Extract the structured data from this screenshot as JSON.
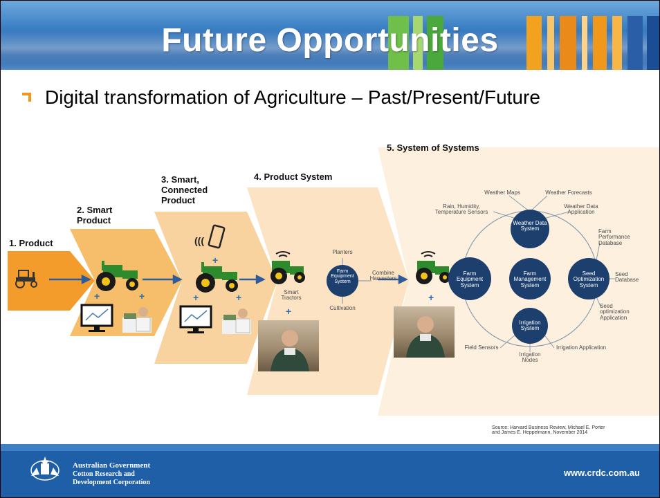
{
  "slide": {
    "title": "Future Opportunities",
    "subtitle": "Digital transformation of Agriculture – Past/Present/Future"
  },
  "stages": [
    {
      "label": "1. Product"
    },
    {
      "label": "2. Smart Product"
    },
    {
      "label": "3. Smart, Connected Product"
    },
    {
      "label": "4. Product System"
    },
    {
      "label": "5. System of Systems"
    }
  ],
  "product_system": {
    "hub": "Farm Equipment System",
    "nodes": [
      "Planters",
      "Combine Harvesters",
      "Cultivation"
    ],
    "tractor_label": "Smart Tractors"
  },
  "system_of_systems": {
    "hubs": {
      "weather": "Weather Data System",
      "farm_equipment": "Farm Equipment System",
      "farm_management": "Farm Management System",
      "seed": "Seed Optimization System",
      "irrigation": "Irrigation System"
    },
    "satellites": {
      "weather_maps": "Weather Maps",
      "weather_forecasts": "Weather Forecasts",
      "rain_sensors": "Rain, Humidity, Temperature Sensors",
      "weather_app": "Weather Data Application",
      "farm_perf_db": "Farm Performance Database",
      "seed_db": "Seed Database",
      "seed_app": "Seed optimization Application",
      "irrigation_app": "Irrigation Application",
      "irrigation_nodes": "Irrigation Nodes",
      "field_sensors": "Field Sensors"
    }
  },
  "source_note": {
    "line1": "Source: Harvard Business Review, Michael E. Porter",
    "line2": "and James E. Heppelmann, November 2014"
  },
  "footer": {
    "org_line1": "Australian Government",
    "org_line2": "Cotton Research and",
    "org_line3": "Development Corporation",
    "url": "www.crdc.com.au"
  },
  "colors": {
    "header_blue": "#2460a8",
    "stage1": "#f39c2b",
    "stage2": "#f6bd6b",
    "stage3": "#f8d3a0",
    "stage4": "#fbe3c4",
    "stage5": "#fdf0df",
    "hub_navy": "#1c3f6e",
    "arrow_blue": "#2e5c9a"
  }
}
